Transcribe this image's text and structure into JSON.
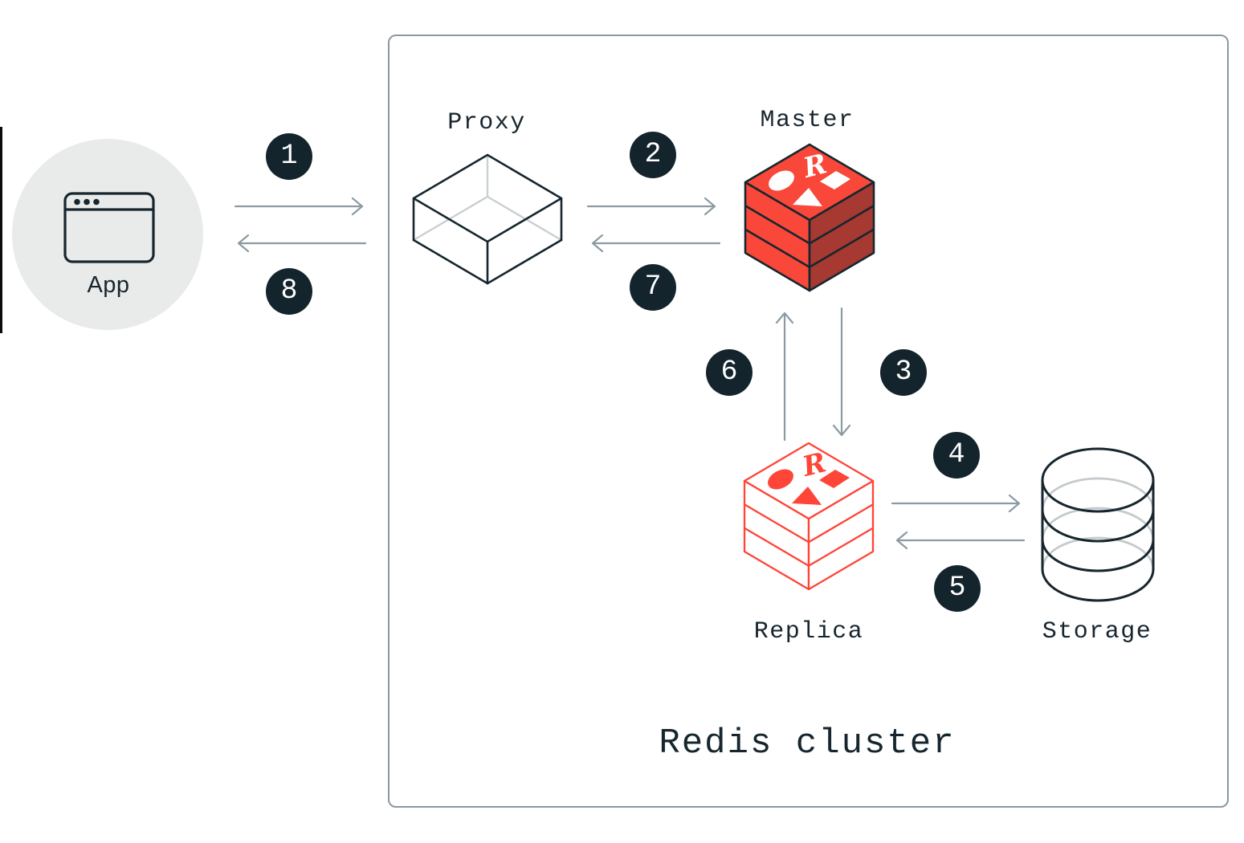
{
  "diagram": {
    "title": "Redis cluster"
  },
  "nodes": {
    "app": {
      "label": "App",
      "icon": "browser-window-icon"
    },
    "proxy": {
      "label": "Proxy",
      "icon": "isometric-box-icon"
    },
    "master": {
      "label": "Master",
      "icon": "redis-cube-icon"
    },
    "replica": {
      "label": "Replica",
      "icon": "redis-cube-outline-icon"
    },
    "storage": {
      "label": "Storage",
      "icon": "database-cylinder-icon"
    }
  },
  "steps": [
    {
      "number": "1",
      "from": "app",
      "to": "proxy",
      "direction": "right"
    },
    {
      "number": "2",
      "from": "proxy",
      "to": "master",
      "direction": "right"
    },
    {
      "number": "3",
      "from": "master",
      "to": "replica",
      "direction": "down"
    },
    {
      "number": "4",
      "from": "replica",
      "to": "storage",
      "direction": "right"
    },
    {
      "number": "5",
      "from": "storage",
      "to": "replica",
      "direction": "left"
    },
    {
      "number": "6",
      "from": "replica",
      "to": "master",
      "direction": "up"
    },
    {
      "number": "7",
      "from": "master",
      "to": "proxy",
      "direction": "left"
    },
    {
      "number": "8",
      "from": "proxy",
      "to": "app",
      "direction": "left"
    }
  ],
  "colors": {
    "redis_red": "#FF4438",
    "cube_face_bright": "#F9473A",
    "cube_face_dark": "#A63931",
    "ink": "#17262E",
    "badge_bg": "#14242C",
    "arrow_gray": "#8C9BA3",
    "cluster_border": "#8A98A2",
    "hidden_edge_gray": "#C9CFD2",
    "app_circle_bg": "#E9EBEA"
  }
}
